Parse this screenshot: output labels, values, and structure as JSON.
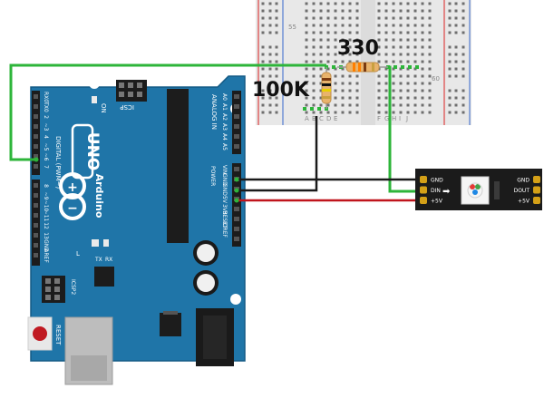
{
  "resistor_330": {
    "label": "330"
  },
  "resistor_100k": {
    "label": "100K"
  },
  "breadboard": {
    "row_labels": [
      "55",
      "60"
    ],
    "column_labels": [
      "A",
      "B",
      "C",
      "D",
      "E",
      "F",
      "G",
      "H",
      "I",
      "J"
    ]
  },
  "arduino": {
    "model": "UNO",
    "brand": "Arduino",
    "on_label": "ON",
    "icsp_top_label": "ICSP",
    "icsp_bottom_label": "ICSP2",
    "l_label": "L",
    "tx_label": "TX",
    "rx_label": "RX",
    "reset_label": "RESET",
    "digital_label": "DIGITAL (PWM~)",
    "analog_label": "ANALOG IN",
    "power_label": "POWER",
    "power_pins": [
      "VIN",
      "GND",
      "GND",
      "5V",
      "3V3",
      "RESET",
      "IOREF"
    ],
    "analog_pins": [
      "A0",
      "A1",
      "A2",
      "A3",
      "A4",
      "A5"
    ],
    "top_header_pins": [
      "RX0",
      "TX0",
      "2",
      "~3",
      "4",
      "~5",
      "~6",
      "7"
    ],
    "bottom_header_pins": [
      "8",
      "~9",
      "~10",
      "~11",
      "12",
      "13",
      "GND",
      "AREF"
    ]
  },
  "led_module": {
    "left_pins": [
      "GND",
      "DIN",
      "+5V"
    ],
    "right_pins": [
      "GND",
      "DOUT",
      "+5V"
    ]
  },
  "colors": {
    "board": "#1f75a8",
    "board_edge": "#155b85",
    "wire_green": "#2db53a",
    "wire_black": "#1a1a1a",
    "wire_red": "#c0141c",
    "breadboard": "#e9e9e9",
    "module": "#1b1b1b"
  }
}
